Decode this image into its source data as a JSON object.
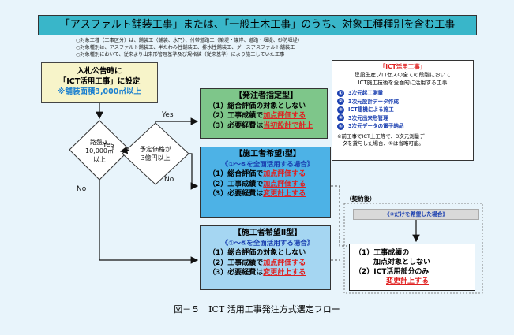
{
  "title": "「アスファルト舗装工事」または、「一般土木工事」のうち、対象工種種別を含む工事",
  "notes": [
    "○対象工種（工事区分）は、舗装工（舗装、水門）、付帯道路工（築堤・護岸、道路・堰堤、砂防堰堤）",
    "○対象種別は、アスファルト舗装工、半たわみ性舗装工、排水性舗装工、グースアスファルト舗装工",
    "○対象種別において、従来より出来形管理基準及び規格値（従来基準）により施工していた工事"
  ],
  "start": {
    "line1": "入札公告時に",
    "line2": "「ICT活用工事」に設定",
    "line3": "※舗装面積3,000㎡以上"
  },
  "decision1": {
    "line1": "路盤工",
    "line2": "10,000㎡",
    "line3": "以上"
  },
  "decision2": {
    "line1": "予定価格が",
    "line2": "3億円以上"
  },
  "labels": {
    "yes1": "Yes",
    "yes2": "Yes",
    "no1": "No",
    "no2": "No"
  },
  "box1": {
    "title": "【発注者指定型】",
    "l1": "（1）総合評価の対象としない",
    "l2a": "（2）工事成績で",
    "l2b": "加点評価する",
    "l3a": "（3）必要経費は",
    "l3b": "当初設計で計上"
  },
  "box2": {
    "title": "【施工者希望Ⅰ型】",
    "sub": "《①～⑤を全面活用する場合》",
    "l1a": "（1）総合評価で",
    "l1b": "加点評価する",
    "l2a": "（2）工事成績で",
    "l2b": "加点評価する",
    "l3a": "（3）必要経費は",
    "l3b": "変更計上する"
  },
  "box3": {
    "title": "【施工者希望Ⅱ型】",
    "sub": "《①～⑤を全面活用する場合》",
    "l1": "（1）総合評価の対象としない",
    "l2a": "（2）工事成績で",
    "l2b": "加点評価する",
    "l3a": "（3）必要経費は",
    "l3b": "変更計上する"
  },
  "ict": {
    "title": "「ICT活用工事」",
    "desc1": "建設生産プロセスの全ての段階において",
    "desc2": "ICT施工技術を全面的に活用する工事",
    "steps": [
      {
        "num": "①",
        "text": "3次元起工測量"
      },
      {
        "num": "②",
        "text": "3次元設計データ作成"
      },
      {
        "num": "③",
        "text": "ICT建機による施工"
      },
      {
        "num": "④",
        "text": "3次元出来形管理"
      },
      {
        "num": "⑤",
        "text": "3次元データの電子納品"
      }
    ],
    "note1": "※前工事でICT土工等で、3次元測量デ",
    "note2": "ータを貸与した場合、①は省略可能。"
  },
  "keiyaku": "（契約後）",
  "gray_box": "《③だけを希望した場合》",
  "result": {
    "l1": "（1）工事成績の",
    "l1b": "加点対象としない",
    "l2": "（2）ICT活用部分のみ",
    "l3": "変更計上する"
  },
  "caption": "図－５　ICT 活用工事発注方式選定フロー",
  "colors": {
    "title_bg": "#39b6c9",
    "start_bg": "#f7f4c9",
    "box1_bg": "#7ec68a",
    "box2_bg": "#4db2e6",
    "box3_bg": "#a5d6f2",
    "accent_red": "#e02020",
    "accent_blue": "#1a3fb0"
  }
}
